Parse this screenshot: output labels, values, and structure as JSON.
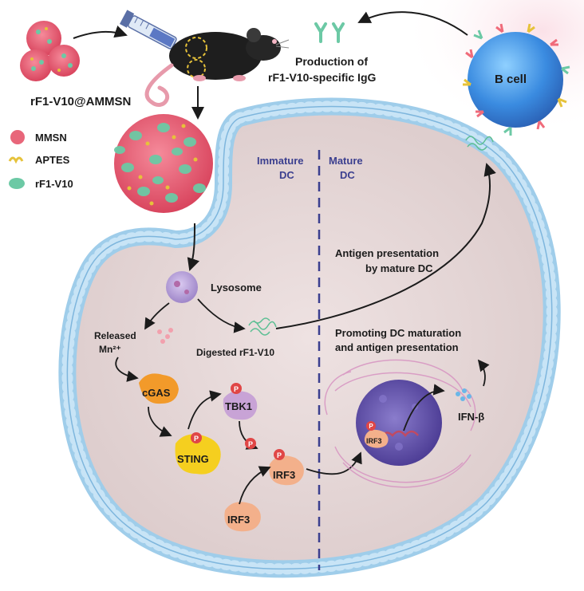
{
  "labels": {
    "nanoparticle": "rF1-V10@AMMSN",
    "production_line1": "Production of",
    "production_line2": "rF1-V10-specific IgG",
    "b_cell": "B cell",
    "immature_dc_line1": "Immature",
    "immature_dc_line2": "DC",
    "mature_dc_line1": "Mature",
    "mature_dc_line2": "DC",
    "antigen_presentation_line1": "Antigen presentation",
    "antigen_presentation_line2": "by mature DC",
    "lysosome": "Lysosome",
    "released_line1": "Released",
    "released_line2": "Mn²⁺",
    "digested": "Digested rF1-V10",
    "promoting_line1": "Promoting DC maturation",
    "promoting_line2": "and antigen presentation",
    "cgas": "cGAS",
    "tbk1": "TBK1",
    "sting": "STING",
    "irf3_phos": "IRF3",
    "irf3": "IRF3",
    "irf3_nucleus": "IRF3",
    "ifn": "IFN-β",
    "phospho": "P"
  },
  "legend": [
    {
      "label": "MMSN",
      "color": "#e8667a"
    },
    {
      "label": "APTES",
      "color": "#e6c23a"
    },
    {
      "label": "rF1-V10",
      "color": "#6cc9a5"
    }
  ],
  "colors": {
    "membrane": "#a9d3ee",
    "membrane_dark": "#7eb6dd",
    "cell_interior": "#e9dcdc",
    "b_cell": "#3a7fd0",
    "cgas": "#f29a2a",
    "sting": "#f5cf1f",
    "irf3": "#f3b08b",
    "tbk1": "#c8a3d6",
    "nucleus": "#6b59b8",
    "divider": "#3b3f8f",
    "phospho": "#e04646"
  },
  "icons": [
    "syringe-icon",
    "mouse-icon",
    "antibody-icon",
    "lysosome-icon",
    "ifn-dots-icon"
  ]
}
